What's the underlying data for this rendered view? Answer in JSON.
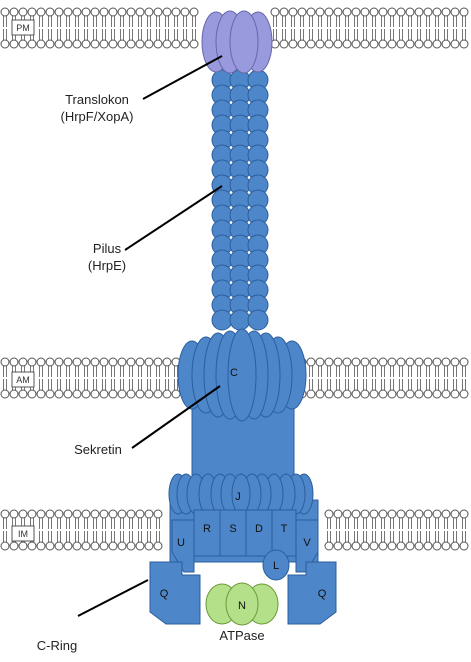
{
  "membranes": {
    "pm": "PM",
    "am": "AM",
    "im": "IM"
  },
  "labels": {
    "translokon_line1": "Translokon",
    "translokon_line2": "(HrpF/XopA)",
    "pilus_line1": "Pilus",
    "pilus_line2": "(HrpE)",
    "sekretin": "Sekretin",
    "atpase": "ATPase",
    "c_ring": "C-Ring"
  },
  "protein_letters": {
    "c": "C",
    "j": "J",
    "r": "R",
    "s": "S",
    "d": "D",
    "t": "T",
    "u": "U",
    "v": "V",
    "l": "L",
    "n": "N",
    "q_left": "Q",
    "q_right": "Q"
  },
  "colors": {
    "membrane_head": "#ffffff",
    "membrane_outline": "#555555",
    "translocon_fill": "#9999dd",
    "protein_fill": "#4d86c9",
    "protein_dark": "#2c5f9e",
    "atpase_fill": "#b5e08a",
    "atpase_outline": "#6a9a3a",
    "line": "#000000"
  }
}
